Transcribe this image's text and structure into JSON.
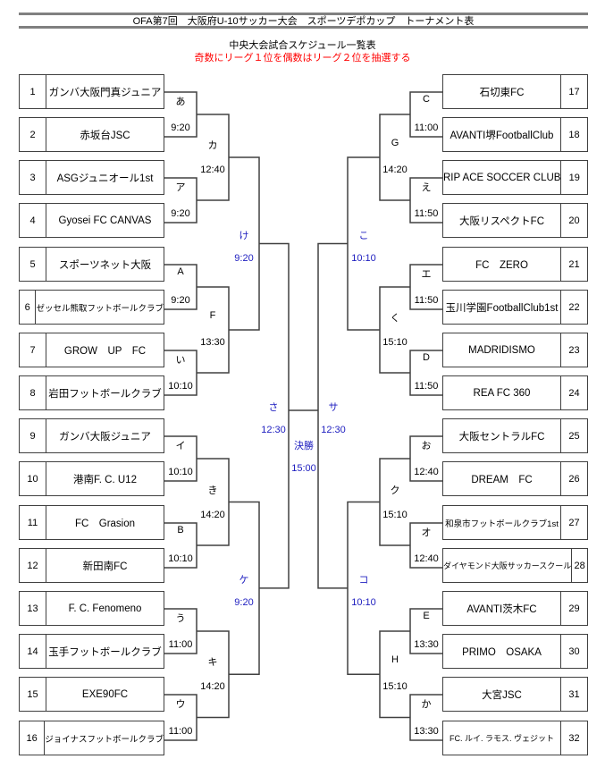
{
  "header": {
    "title": "OFA第7回　大阪府U-10サッカー大会　スポーツデポカップ　トーナメント表",
    "subtitle": "中央大会試合スケジュール一覧表",
    "note": "奇数にリーグ１位を偶数はリーグ２位を抽選する",
    "note_color": "#ff0000"
  },
  "teams": [
    {
      "no": "1",
      "name": "ガンバ大阪門真ジュニア"
    },
    {
      "no": "2",
      "name": "赤坂台JSC"
    },
    {
      "no": "3",
      "name": "ASGジュニオール1st"
    },
    {
      "no": "4",
      "name": "Gyosei FC CANVAS"
    },
    {
      "no": "5",
      "name": "スポーツネット大阪"
    },
    {
      "no": "6",
      "name": "ゼッセル熊取フットボールクラブ"
    },
    {
      "no": "7",
      "name": "GROW　UP　FC"
    },
    {
      "no": "8",
      "name": "岩田フットボールクラブ"
    },
    {
      "no": "9",
      "name": "ガンバ大阪ジュニア"
    },
    {
      "no": "10",
      "name": "港南F. C. U12"
    },
    {
      "no": "11",
      "name": "FC　Grasion"
    },
    {
      "no": "12",
      "name": "新田南FC"
    },
    {
      "no": "13",
      "name": "F. C. Fenomeno"
    },
    {
      "no": "14",
      "name": "玉手フットボールクラブ"
    },
    {
      "no": "15",
      "name": "EXE90FC"
    },
    {
      "no": "16",
      "name": "ジョイナスフットボールクラブ"
    },
    {
      "no": "17",
      "name": "石切東FC"
    },
    {
      "no": "18",
      "name": "AVANTI堺FootballClub"
    },
    {
      "no": "19",
      "name": "RIP ACE SOCCER CLUB"
    },
    {
      "no": "20",
      "name": "大阪リスペクトFC"
    },
    {
      "no": "21",
      "name": "FC　ZERO"
    },
    {
      "no": "22",
      "name": "玉川学園FootballClub1st"
    },
    {
      "no": "23",
      "name": "MADRIDISMO"
    },
    {
      "no": "24",
      "name": "REA FC 360"
    },
    {
      "no": "25",
      "name": "大阪セントラルFC"
    },
    {
      "no": "26",
      "name": "DREAM　FC"
    },
    {
      "no": "27",
      "name": "和泉市フットボールクラブ1st"
    },
    {
      "no": "28",
      "name": "ダイヤモンド大阪サッカースクール"
    },
    {
      "no": "29",
      "name": "AVANTI茨木FC"
    },
    {
      "no": "30",
      "name": "PRIMO　OSAKA"
    },
    {
      "no": "31",
      "name": "大宮JSC"
    },
    {
      "no": "32",
      "name": "FC. ルイ. ラモス. ヴェジット"
    }
  ],
  "matches": {
    "round1_left": [
      {
        "id": "あ",
        "time": "9:20"
      },
      {
        "id": "ア",
        "time": "9:20"
      },
      {
        "id": "A",
        "time": "9:20"
      },
      {
        "id": "い",
        "time": "10:10"
      },
      {
        "id": "イ",
        "time": "10:10"
      },
      {
        "id": "B",
        "time": "10:10"
      },
      {
        "id": "う",
        "time": "11:00"
      },
      {
        "id": "ウ",
        "time": "11:00"
      }
    ],
    "round1_right": [
      {
        "id": "C",
        "time": "11:00"
      },
      {
        "id": "え",
        "time": "11:50"
      },
      {
        "id": "エ",
        "time": "11:50"
      },
      {
        "id": "D",
        "time": "11:50"
      },
      {
        "id": "お",
        "time": "12:40"
      },
      {
        "id": "オ",
        "time": "12:40"
      },
      {
        "id": "E",
        "time": "13:30"
      },
      {
        "id": "か",
        "time": "13:30"
      }
    ],
    "round2_left": [
      {
        "id": "カ",
        "time": "12:40"
      },
      {
        "id": "F",
        "time": "13:30"
      },
      {
        "id": "き",
        "time": "14:20"
      },
      {
        "id": "キ",
        "time": "14:20"
      }
    ],
    "round2_right": [
      {
        "id": "G",
        "time": "14:20"
      },
      {
        "id": "く",
        "time": "15:10"
      },
      {
        "id": "ク",
        "time": "15:10"
      },
      {
        "id": "H",
        "time": "15:10"
      }
    ],
    "round3_left": [
      {
        "id": "け",
        "time": "9:20"
      },
      {
        "id": "ケ",
        "time": "9:20"
      }
    ],
    "round3_right": [
      {
        "id": "こ",
        "time": "10:10"
      },
      {
        "id": "コ",
        "time": "10:10"
      }
    ],
    "semi_left": {
      "id": "さ",
      "time": "12:30"
    },
    "semi_right": {
      "id": "サ",
      "time": "12:30"
    },
    "final": {
      "id": "決勝",
      "time": "15:00"
    },
    "day2_color": "#2020c0"
  }
}
